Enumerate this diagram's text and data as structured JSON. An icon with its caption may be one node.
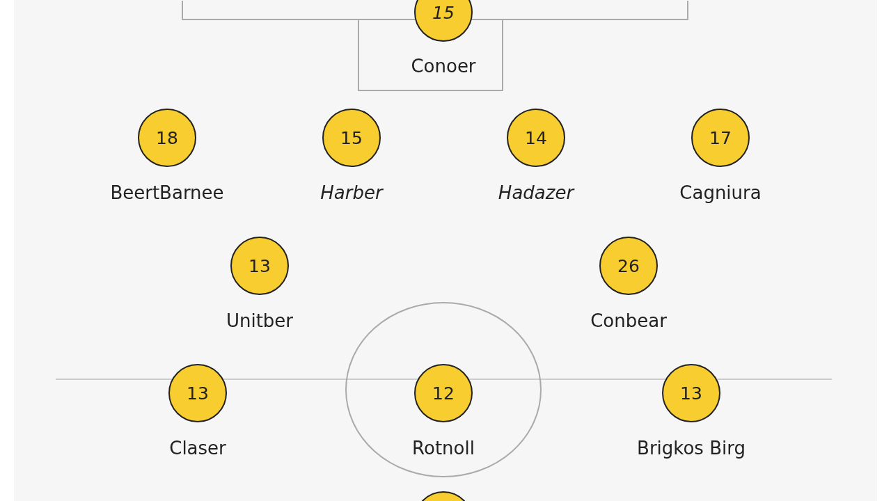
{
  "diagram": {
    "nodes": [
      {
        "text": [
          "15"
        ],
        "beside": [
          "Conoer"
        ]
      },
      {
        "text": [
          "18"
        ],
        "beside": [
          "BeertBarnee"
        ]
      },
      {
        "text": [
          "15"
        ],
        "beside": [
          "Harber"
        ]
      },
      {
        "text": [
          "14"
        ],
        "beside": [
          "Hadazer"
        ]
      },
      {
        "text": [
          "17"
        ],
        "beside": [
          "Cagniura"
        ]
      },
      {
        "text": [
          "13"
        ],
        "beside": [
          "Unitber"
        ]
      },
      {
        "text": [
          "26"
        ],
        "beside": [
          "Conbear"
        ]
      },
      {
        "text": [
          "13"
        ],
        "beside": [
          "Claser"
        ]
      },
      {
        "text": [
          "12"
        ],
        "beside": [
          "Rotnoll"
        ]
      },
      {
        "text": [
          "13"
        ],
        "beside": [
          "Brigkos Birg"
        ]
      },
      {
        "text": [],
        "shape": "circle"
      }
    ]
  }
}
